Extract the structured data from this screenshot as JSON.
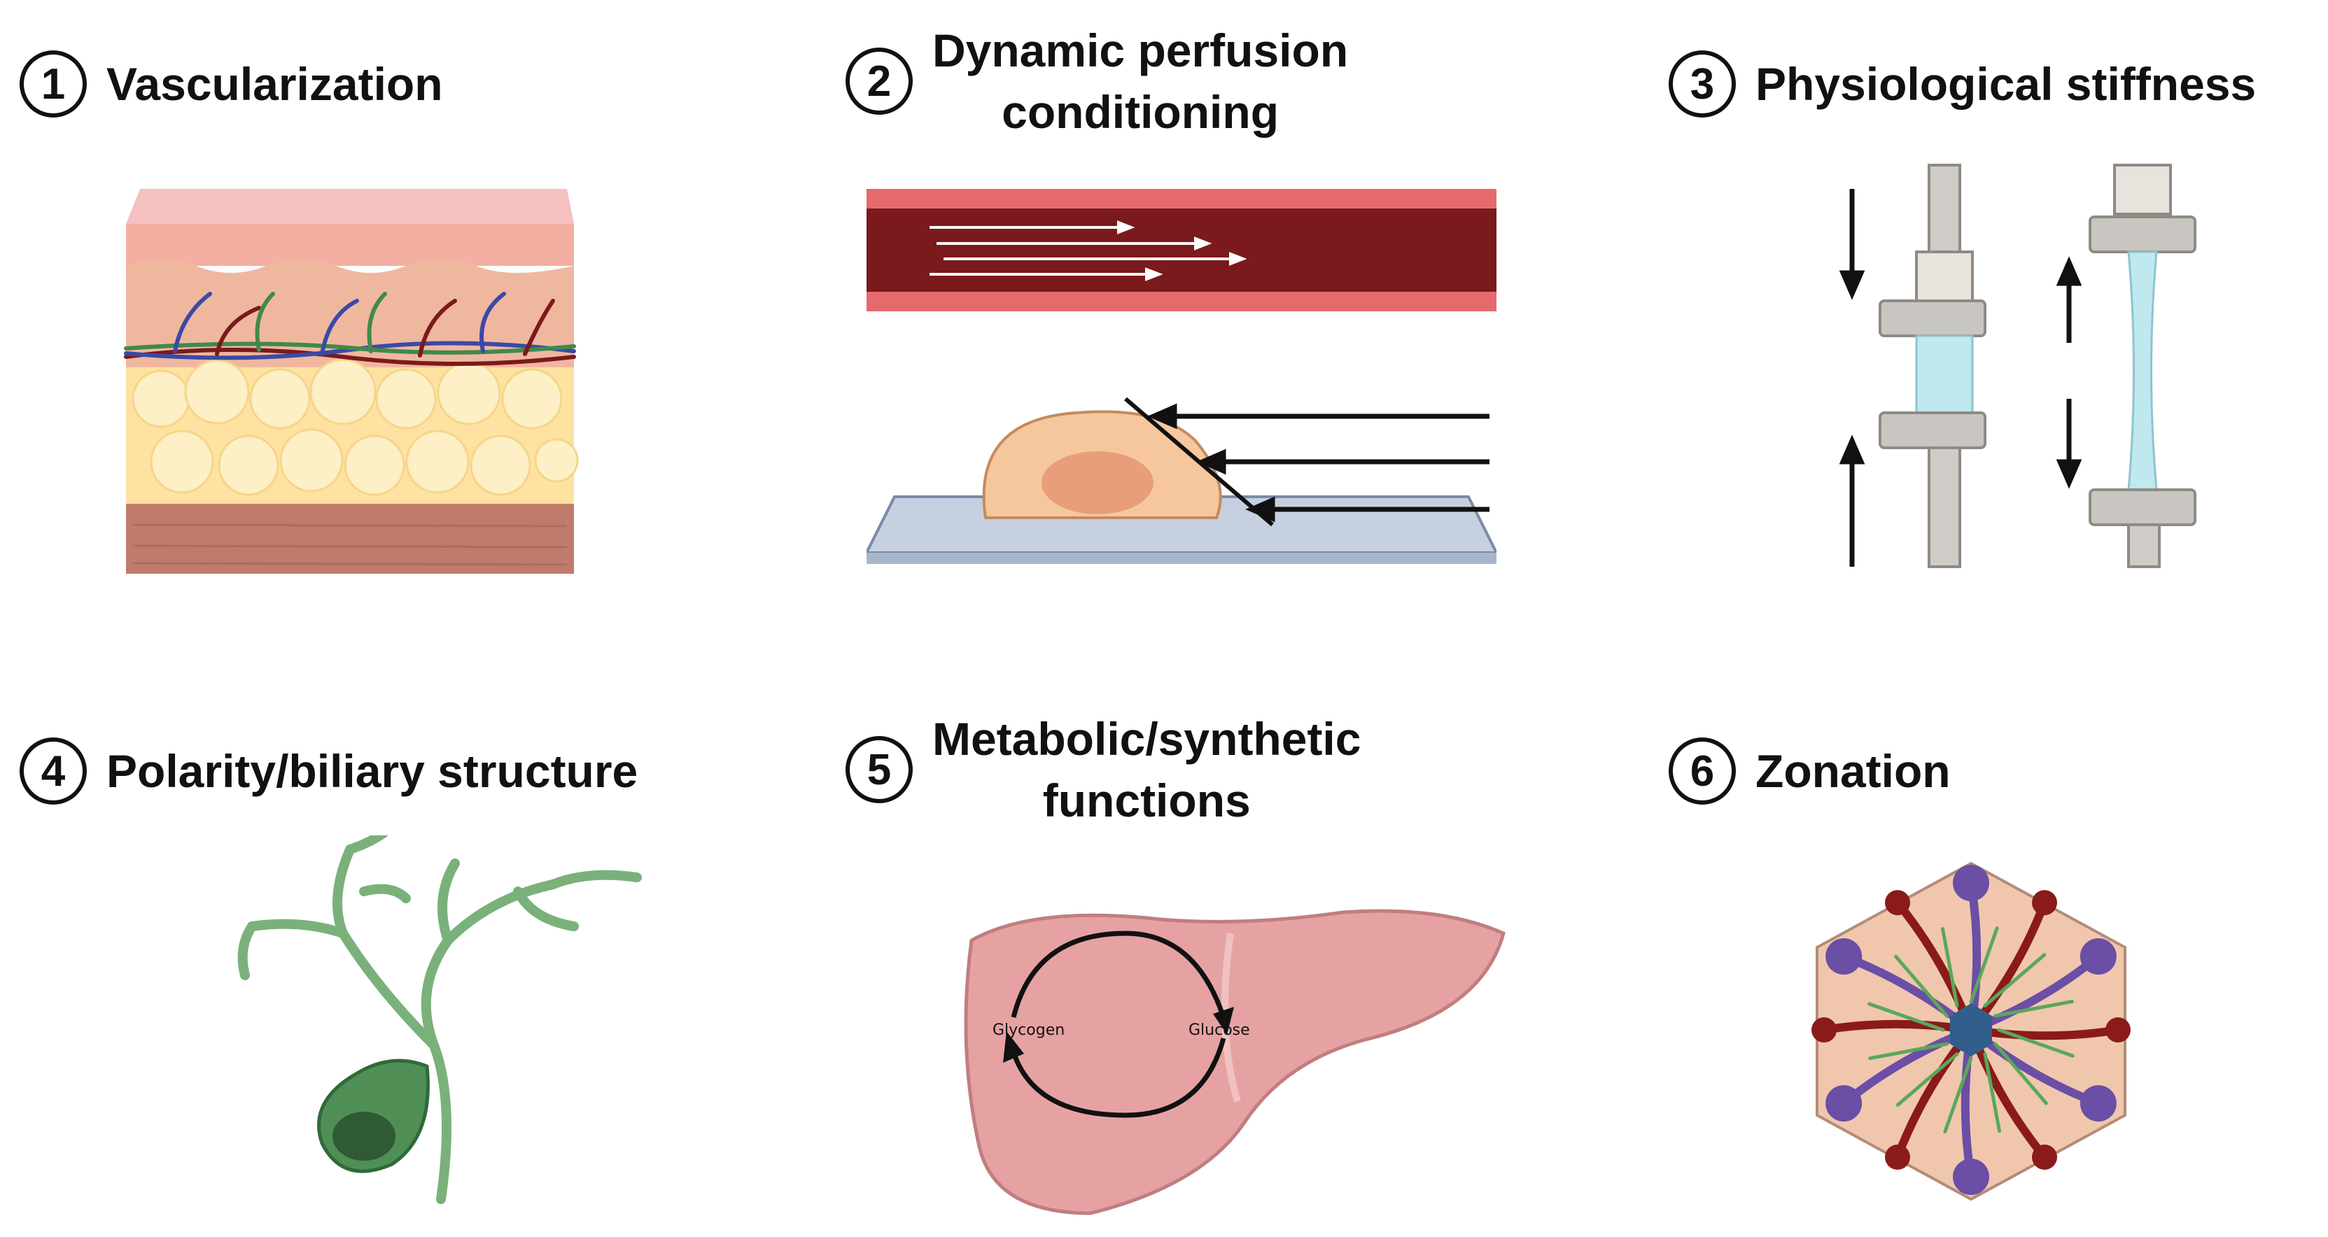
{
  "panels": [
    {
      "number": "1",
      "title": "Vascularization",
      "icon": "skin-tissue-vascular-network-icon"
    },
    {
      "number": "2",
      "title_lines": [
        "Dynamic perfusion",
        "conditioning"
      ],
      "icon": "flow-shear-stress-icon"
    },
    {
      "number": "3",
      "title": "Physiological stiffness",
      "icon": "compression-tension-tester-icon"
    },
    {
      "number": "4",
      "title": "Polarity/biliary structure",
      "icon": "biliary-tree-gallbladder-icon"
    },
    {
      "number": "5",
      "title_lines": [
        "Metabolic/synthetic",
        "functions"
      ],
      "icon": "liver-glycogen-cycle-icon",
      "cycle_labels": {
        "left": "Glycogen",
        "right": "Glucose"
      }
    },
    {
      "number": "6",
      "title": "Zonation",
      "icon": "hepatic-lobule-icon"
    }
  ],
  "colors": {
    "text": "#111111",
    "skin_top": "#f2b8b5",
    "skin_mid": "#f0b49f",
    "fat": "#fde5a6",
    "muscle": "#c47a6b",
    "vessel_dark": "#7a1a1c",
    "vessel_edge": "#e46a6c",
    "cell": "#f6c79c",
    "stiff_grey": "#c9c6c1",
    "stiff_fluid": "#bfe8ef",
    "bile_green": "#7ab17a",
    "liver": "#e6a2a2",
    "lobule_purple": "#6b4ea5",
    "lobule_red": "#8b1a1a",
    "lobule_center": "#2f5f8a"
  }
}
